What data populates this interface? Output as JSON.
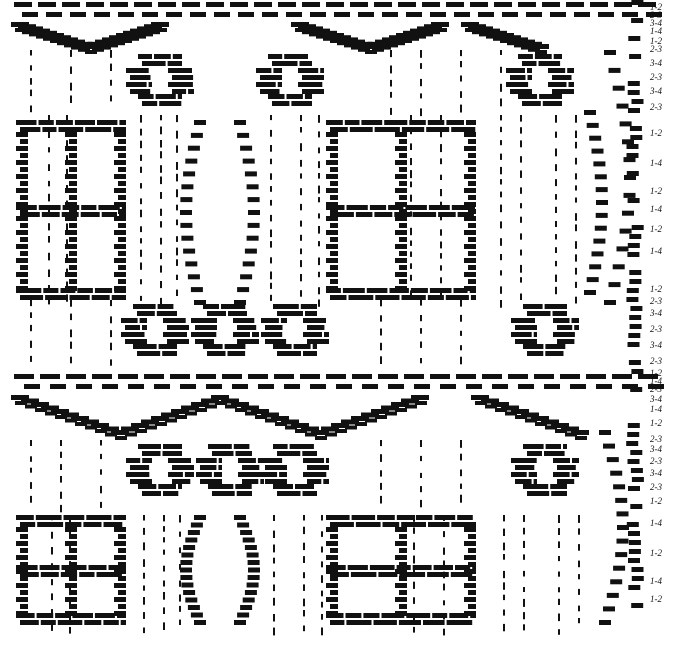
{
  "figure": {
    "ink_color": "#111111",
    "background_color": "#ffffff"
  },
  "treadling_labels": [
    {
      "text": "1-2"
    },
    {
      "text": "2-3"
    },
    {
      "text": "3-4"
    },
    {
      "text": "1-4"
    },
    {
      "text": "1-2"
    },
    {
      "text": "2-3"
    },
    {
      "text": "3-4"
    },
    {
      "text": "2-3"
    },
    {
      "text": "3-4"
    },
    {
      "text": "2-3"
    },
    {
      "text": "1-2"
    },
    {
      "text": "1-4"
    },
    {
      "text": "1-2"
    },
    {
      "text": "1-4"
    },
    {
      "text": "1-2"
    },
    {
      "text": "1-4"
    },
    {
      "text": "1-2"
    },
    {
      "text": "2-3"
    },
    {
      "text": "3-4"
    },
    {
      "text": "2-3"
    },
    {
      "text": "3-4"
    },
    {
      "text": "2-3"
    },
    {
      "text": "1-2"
    },
    {
      "text": "1-4"
    },
    {
      "text": "2-3"
    },
    {
      "text": "3-4"
    },
    {
      "text": "1-4"
    },
    {
      "text": "1-2"
    },
    {
      "text": "2-3"
    },
    {
      "text": "3-4"
    },
    {
      "text": "2-3"
    },
    {
      "text": "3-4"
    },
    {
      "text": "2-3"
    },
    {
      "text": "1-2"
    },
    {
      "text": "1-4"
    },
    {
      "text": "1-2"
    },
    {
      "text": "1-4"
    },
    {
      "text": "1-2"
    }
  ]
}
